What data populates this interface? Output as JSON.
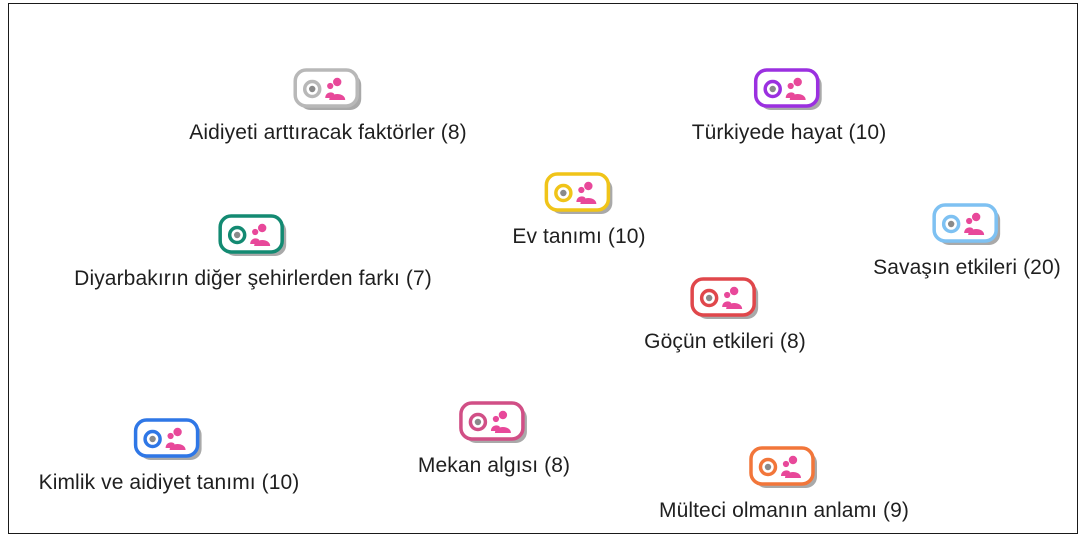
{
  "nodes": [
    {
      "label": "Aidiyeti arttıracak faktörler (8)",
      "color": "#b8b8b8",
      "icon": "code-case-icon"
    },
    {
      "label": "Türkiyede hayat (10)",
      "color": "#9b30e0",
      "icon": "code-case-icon"
    },
    {
      "label": "Ev tanımı (10)",
      "color": "#f0c419",
      "icon": "code-case-icon"
    },
    {
      "label": "Savaşın etkileri (20)",
      "color": "#7ec1f2",
      "icon": "code-case-icon"
    },
    {
      "label": "Diyarbakırın diğer şehirlerden farkı (7)",
      "color": "#138a72",
      "icon": "code-case-icon"
    },
    {
      "label": "Göçün etkileri (8)",
      "color": "#e0474b",
      "icon": "code-case-icon"
    },
    {
      "label": "Kimlik ve aidiyet tanımı (10)",
      "color": "#2f77e6",
      "icon": "code-case-icon"
    },
    {
      "label": "Mekan algısı (8)",
      "color": "#d14f86",
      "icon": "code-case-icon"
    },
    {
      "label": "Mülteci olmanın anlamı (9)",
      "color": "#f2763a",
      "icon": "code-case-icon"
    }
  ],
  "icon_person_color": "#e8489a"
}
